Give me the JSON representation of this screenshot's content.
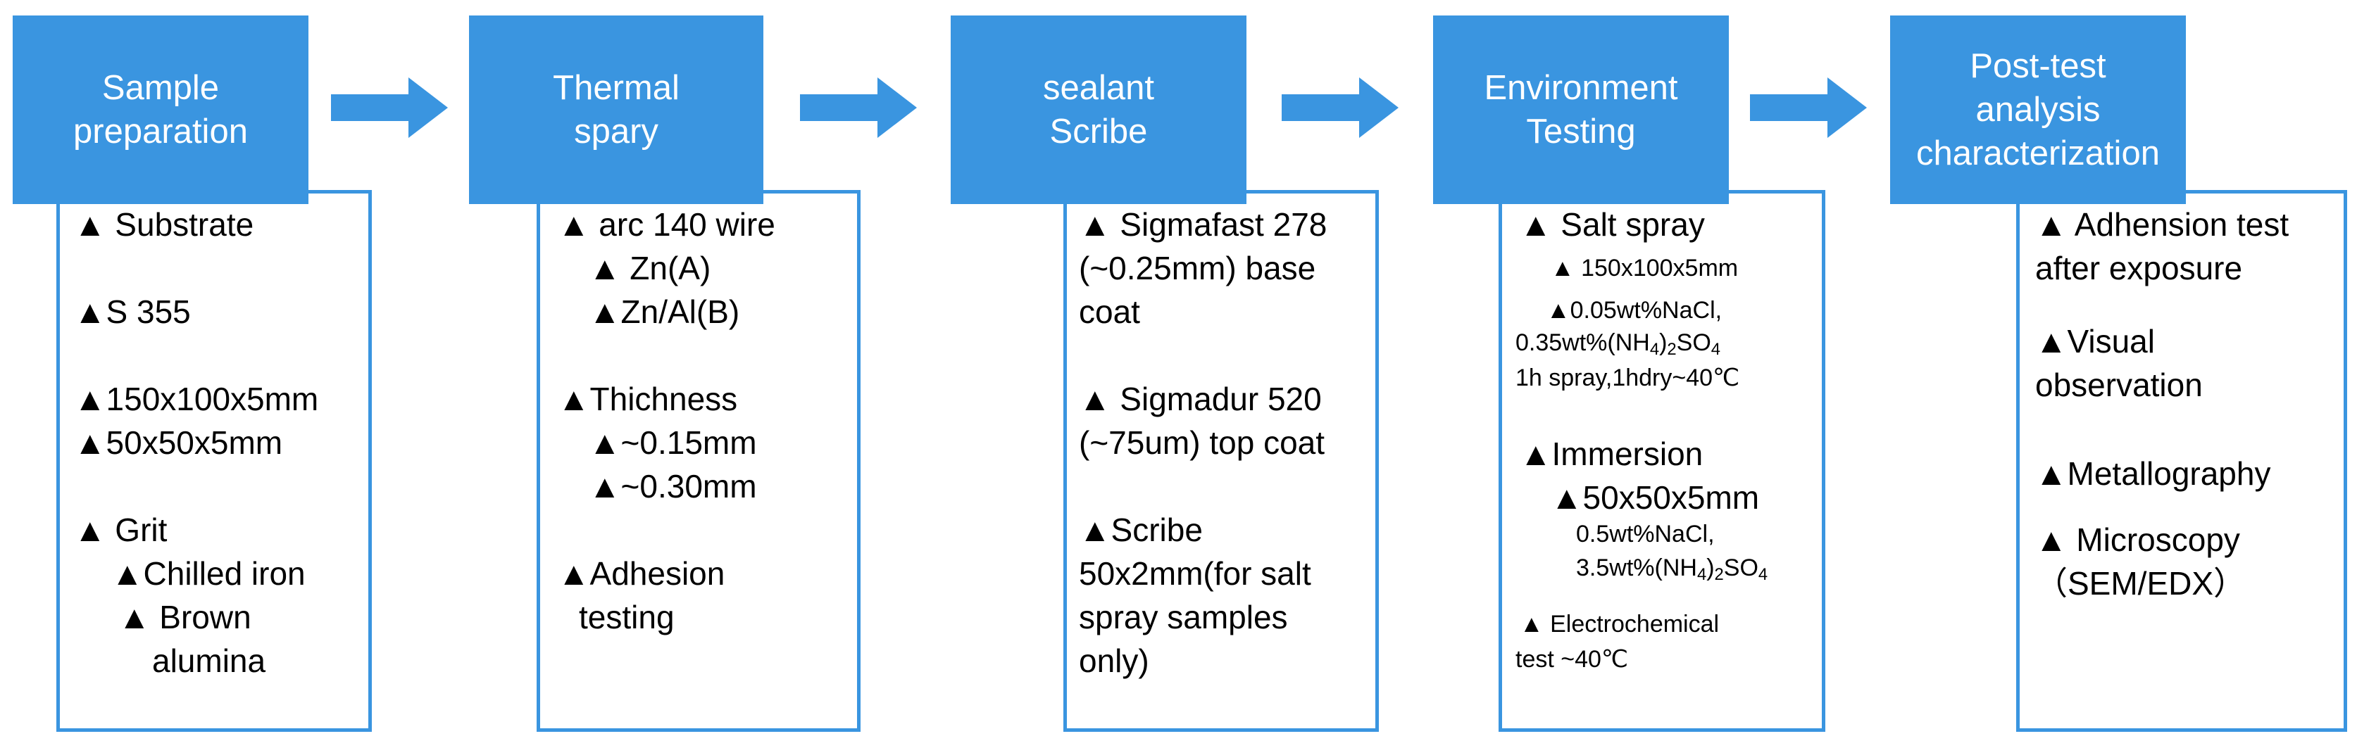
{
  "colors": {
    "accent": "#3a95e0",
    "header_text": "#ffffff",
    "body_text": "#000000"
  },
  "steps": [
    {
      "title": "Sample\npreparation",
      "lines": [
        "▲ Substrate",
        "▲S 355",
        "▲150x100x5mm",
        "▲50x50x5mm",
        "▲ Grit",
        "▲Chilled iron",
        "▲ Brown",
        "alumina"
      ]
    },
    {
      "title": "Thermal\nspary",
      "lines": [
        "▲ arc 140 wire",
        "▲ Zn(A)",
        "▲Zn/Al(B)",
        "▲Thichness",
        "▲~0.15mm",
        "▲~0.30mm",
        "▲Adhesion",
        "testing"
      ]
    },
    {
      "title": "sealant\nScribe",
      "lines": [
        "▲ Sigmafast 278",
        "(~0.25mm) base",
        "coat",
        "▲ Sigmadur 520",
        "(~75um) top coat",
        "▲Scribe",
        "50x2mm(for salt",
        "spray samples",
        "only)"
      ]
    },
    {
      "title": "Environment\nTesting",
      "lines": [
        "▲ Salt spray",
        "▲ 150x100x5mm",
        "▲0.05wt%NaCl,",
        "1h spray,1hdry~40℃",
        "▲Immersion",
        "▲50x50x5mm",
        "0.5wt%NaCl,",
        "▲ Electrochemical",
        "test ~40℃"
      ],
      "formula_lines": [
        {
          "pre": "0.35wt%(NH",
          "sub1": "4",
          "mid": ")",
          "sub2": "2",
          "post": "SO",
          "sub3": "4"
        },
        {
          "pre": "3.5wt%(NH",
          "sub1": "4",
          "mid": ")",
          "sub2": "2",
          "post": "SO",
          "sub3": "4"
        }
      ]
    },
    {
      "title": "Post-test\nanalysis\ncharacterization",
      "lines": [
        "▲ Adhension test",
        "after exposure",
        "▲Visual",
        "observation",
        "▲Metallography",
        "▲ Microscopy",
        "（SEM/EDX）"
      ]
    }
  ]
}
